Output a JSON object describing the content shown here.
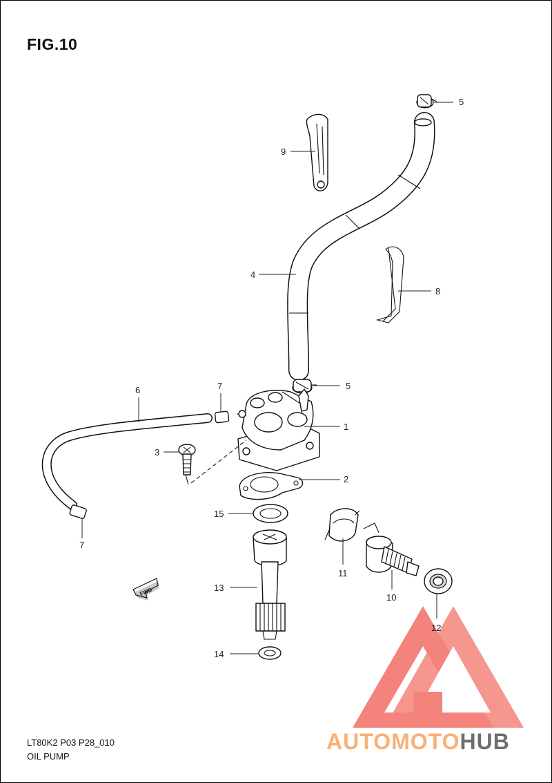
{
  "figure": {
    "title": "FIG.10",
    "code": "LT80K2 P03 P28_010",
    "name": "OIL PUMP"
  },
  "callouts": {
    "c1": "1",
    "c2": "2",
    "c3": "3",
    "c4": "4",
    "c5a": "5",
    "c5b": "5",
    "c6": "6",
    "c7a": "7",
    "c7b": "7",
    "c8": "8",
    "c9": "9",
    "c10": "10",
    "c11": "11",
    "c12": "12",
    "c13": "13",
    "c14": "14",
    "c15": "15"
  },
  "direction_arrow": {
    "label": "FWD"
  },
  "watermark": {
    "brand_part1": "AUTOMOTO",
    "brand_part2": "HUB",
    "colors": {
      "accent": "#f05a50",
      "accent_light": "#f8b26a",
      "dark": "#555555"
    }
  }
}
